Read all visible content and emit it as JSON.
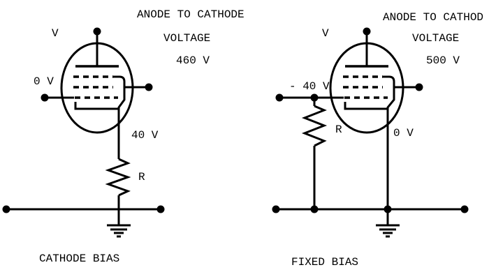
{
  "colors": {
    "ink": "#000000",
    "background": "#ffffff"
  },
  "left_circuit": {
    "heading_line1": "ANODE TO CATHODE",
    "heading_line2": "VOLTAGE",
    "anode_cathode_voltage": "460 V",
    "tube_label": "V",
    "grid_voltage": "0 V",
    "cathode_voltage": "40 V",
    "resistor_label": "R",
    "caption": "CATHODE BIAS"
  },
  "right_circuit": {
    "heading_line1": "ANODE TO CATHOD",
    "heading_line2": "VOLTAGE",
    "anode_cathode_voltage": "500 V",
    "tube_label": "V",
    "grid_voltage": "- 40 V",
    "cathode_voltage": "0 V",
    "resistor_label": "R",
    "caption": "FIXED BIAS"
  }
}
